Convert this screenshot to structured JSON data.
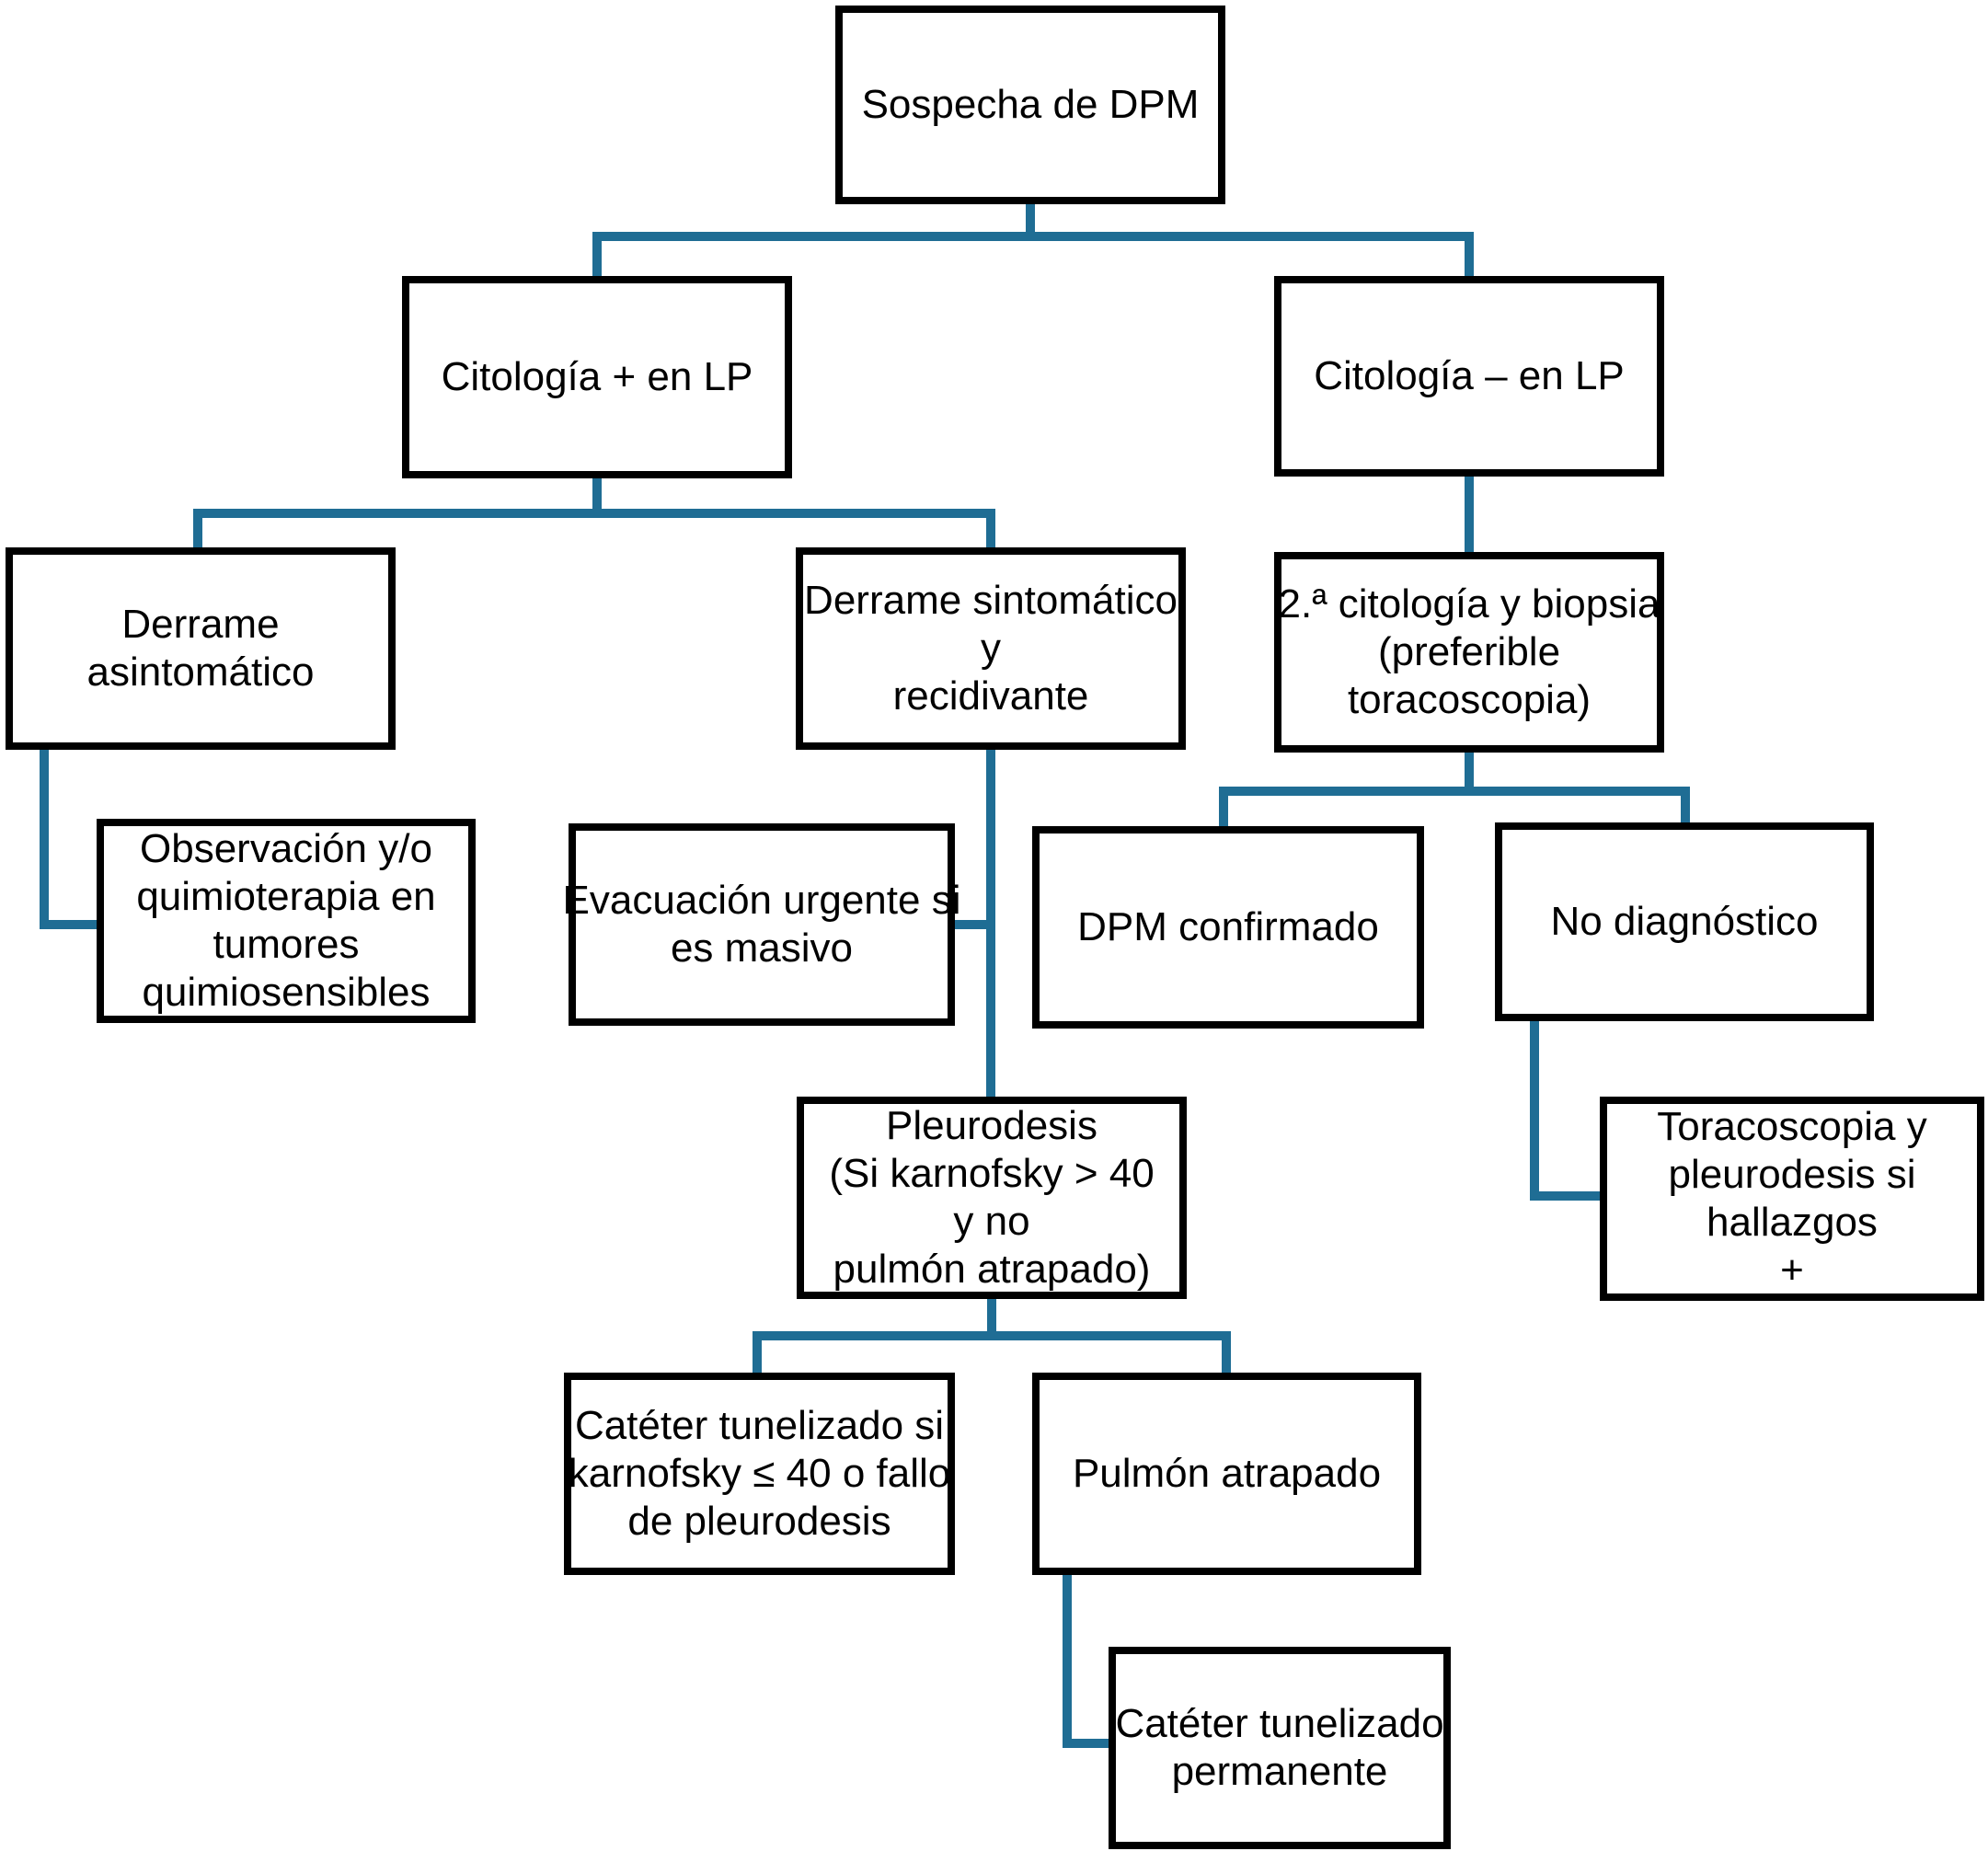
{
  "colors": {
    "connector": "#1f6d94",
    "border": "#000000",
    "background": "#ffffff",
    "text": "#000000"
  },
  "nodes": {
    "sospecha": {
      "label": "Sospecha de DPM"
    },
    "citpos": {
      "label": "Citología + en LP"
    },
    "citneg": {
      "label": "Citología – en LP"
    },
    "derasin": {
      "label": "Derrame\nasintomático"
    },
    "dersint": {
      "label": "Derrame sintomático\ny\nrecidivante"
    },
    "segunda": {
      "label": "2.ª citología y biopsia\n(preferible\ntoracoscopia)"
    },
    "observ": {
      "label": "Observación y/o\nquimioterapia en\ntumores\nquimiosensibles"
    },
    "evac": {
      "label": "Evacuación urgente si\nes masivo"
    },
    "dpmconf": {
      "label": "DPM confirmado"
    },
    "nodiag": {
      "label": "No diagnóstico"
    },
    "pleuro": {
      "label": "Pleurodesis\n(Si karnofsky > 40\ny no\npulmón atrapado)"
    },
    "torac": {
      "label": "Toracoscopia y\npleurodesis si\nhallazgos\n+"
    },
    "cateter1": {
      "label": "Catéter tunelizado si\nkarnofsky ≤ 40 o fallo\nde pleurodesis"
    },
    "pulmon": {
      "label": "Pulmón atrapado"
    },
    "cateter2": {
      "label": "Catéter tunelizado\npermanente"
    }
  },
  "edges": [
    {
      "from": "sospecha",
      "to": "citpos"
    },
    {
      "from": "sospecha",
      "to": "citneg"
    },
    {
      "from": "citpos",
      "to": "derasin"
    },
    {
      "from": "citpos",
      "to": "dersint"
    },
    {
      "from": "citneg",
      "to": "segunda"
    },
    {
      "from": "derasin",
      "to": "observ"
    },
    {
      "from": "dersint",
      "to": "evac"
    },
    {
      "from": "dersint",
      "to": "pleuro"
    },
    {
      "from": "segunda",
      "to": "dpmconf"
    },
    {
      "from": "segunda",
      "to": "nodiag"
    },
    {
      "from": "nodiag",
      "to": "torac"
    },
    {
      "from": "pleuro",
      "to": "cateter1"
    },
    {
      "from": "pleuro",
      "to": "pulmon"
    },
    {
      "from": "pulmon",
      "to": "cateter2"
    }
  ]
}
